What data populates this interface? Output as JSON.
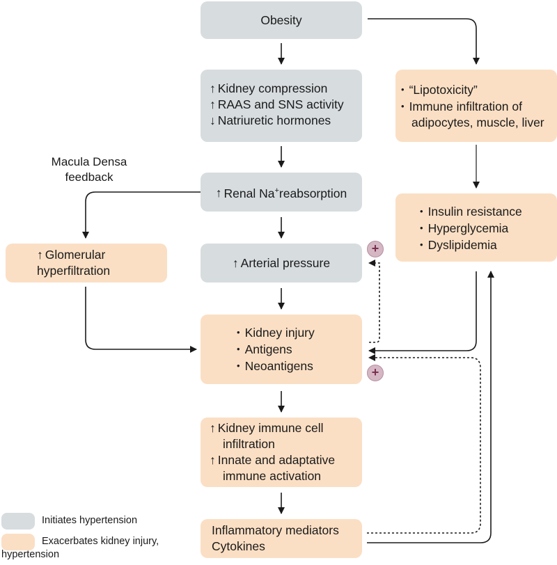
{
  "obesity": "Obesity",
  "mechanisms": [
    {
      "dir": "up",
      "text": "Kidney compression"
    },
    {
      "dir": "up",
      "text": "RAAS and SNS activity"
    },
    {
      "dir": "down",
      "text": "Natriuretic hormones"
    }
  ],
  "macula_densa": [
    "Macula Densa",
    "feedback"
  ],
  "renal_na": {
    "pre": "Renal Na",
    "sup": "+",
    "post": "reabsorption"
  },
  "arterial_pressure": "Arterial pressure",
  "glomerular": [
    "Glomerular",
    "hyperfiltration"
  ],
  "kidney_injury_items": [
    "Kidney injury",
    "Antigens",
    "Neoantigens"
  ],
  "immune": [
    {
      "dir": "up",
      "text": "Kidney immune cell"
    },
    {
      "dir": "",
      "text": "infiltration"
    },
    {
      "dir": "up",
      "text": "Innate and adaptative"
    },
    {
      "dir": "",
      "text": "immune activation"
    }
  ],
  "inflammatory": [
    "Inflammatory mediators",
    "Cytokines"
  ],
  "lipotoxicity": [
    {
      "bullet": true,
      "text": "“Lipotoxicity”"
    },
    {
      "bullet": true,
      "text": "Immune infiltration of"
    },
    {
      "bullet": false,
      "text": "adipocytes, muscle, liver"
    }
  ],
  "metabolic": [
    "Insulin resistance",
    "Hyperglycemia",
    "Dyslipidemia"
  ],
  "plus_symbol": "+",
  "legend": {
    "initiates": "Initiates hypertension",
    "exacerbates": [
      "Exacerbates kidney injury,",
      "hypertension"
    ],
    "colors": {
      "initiates": "#d7dcdf",
      "exacerbates": "#fbdfc4"
    }
  }
}
